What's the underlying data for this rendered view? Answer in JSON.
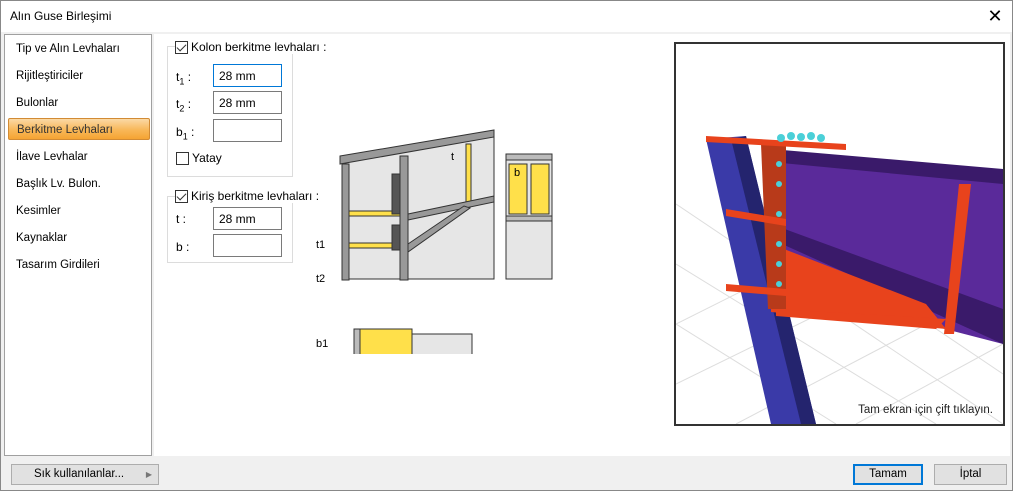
{
  "window": {
    "title": "Alın Guse Birleşimi",
    "close_icon": "close-icon"
  },
  "nav": {
    "items": [
      {
        "label": "Tip ve Alın Levhaları"
      },
      {
        "label": "Rijitleştiriciler"
      },
      {
        "label": "Bulonlar"
      },
      {
        "label": "Berkitme Levhaları",
        "active": true
      },
      {
        "label": "İlave Levhalar"
      },
      {
        "label": "Başlık Lv. Bulon."
      },
      {
        "label": "Kesimler"
      },
      {
        "label": "Kaynaklar"
      },
      {
        "label": "Tasarım Girdileri"
      }
    ]
  },
  "kolon": {
    "label": "Kolon berkitme levhaları :",
    "checked": true,
    "t1_label": "t",
    "t1_sub": "1",
    "t1_value": "28 mm",
    "t2_label": "t",
    "t2_sub": "2",
    "t2_value": "28 mm",
    "b1_label": "b",
    "b1_sub": "1",
    "b1_value": "",
    "colon": ":",
    "yatay_label": "Yatay",
    "yatay_checked": false
  },
  "kiris": {
    "label": "Kiriş berkitme levhaları :",
    "checked": true,
    "t_label": "t :",
    "t_value": "28 mm",
    "b_label": "b :",
    "b_value": ""
  },
  "diagram": {
    "t": "t",
    "b": "b",
    "t1": "t1",
    "t2": "t2",
    "b1": "b1"
  },
  "view": {
    "hint": "Tam ekran için çift tıklayın."
  },
  "footer": {
    "favorites": "Sık kullanılanlar...",
    "ok": "Tamam",
    "cancel": "İptal"
  },
  "colors": {
    "accent": "#0078d7",
    "highlight": "#f8b758",
    "steel_blue": "#3a3aa8",
    "plate_red": "#e8431c",
    "beam_purple": "#5a2a9a",
    "yellow": "#ffe04a"
  }
}
